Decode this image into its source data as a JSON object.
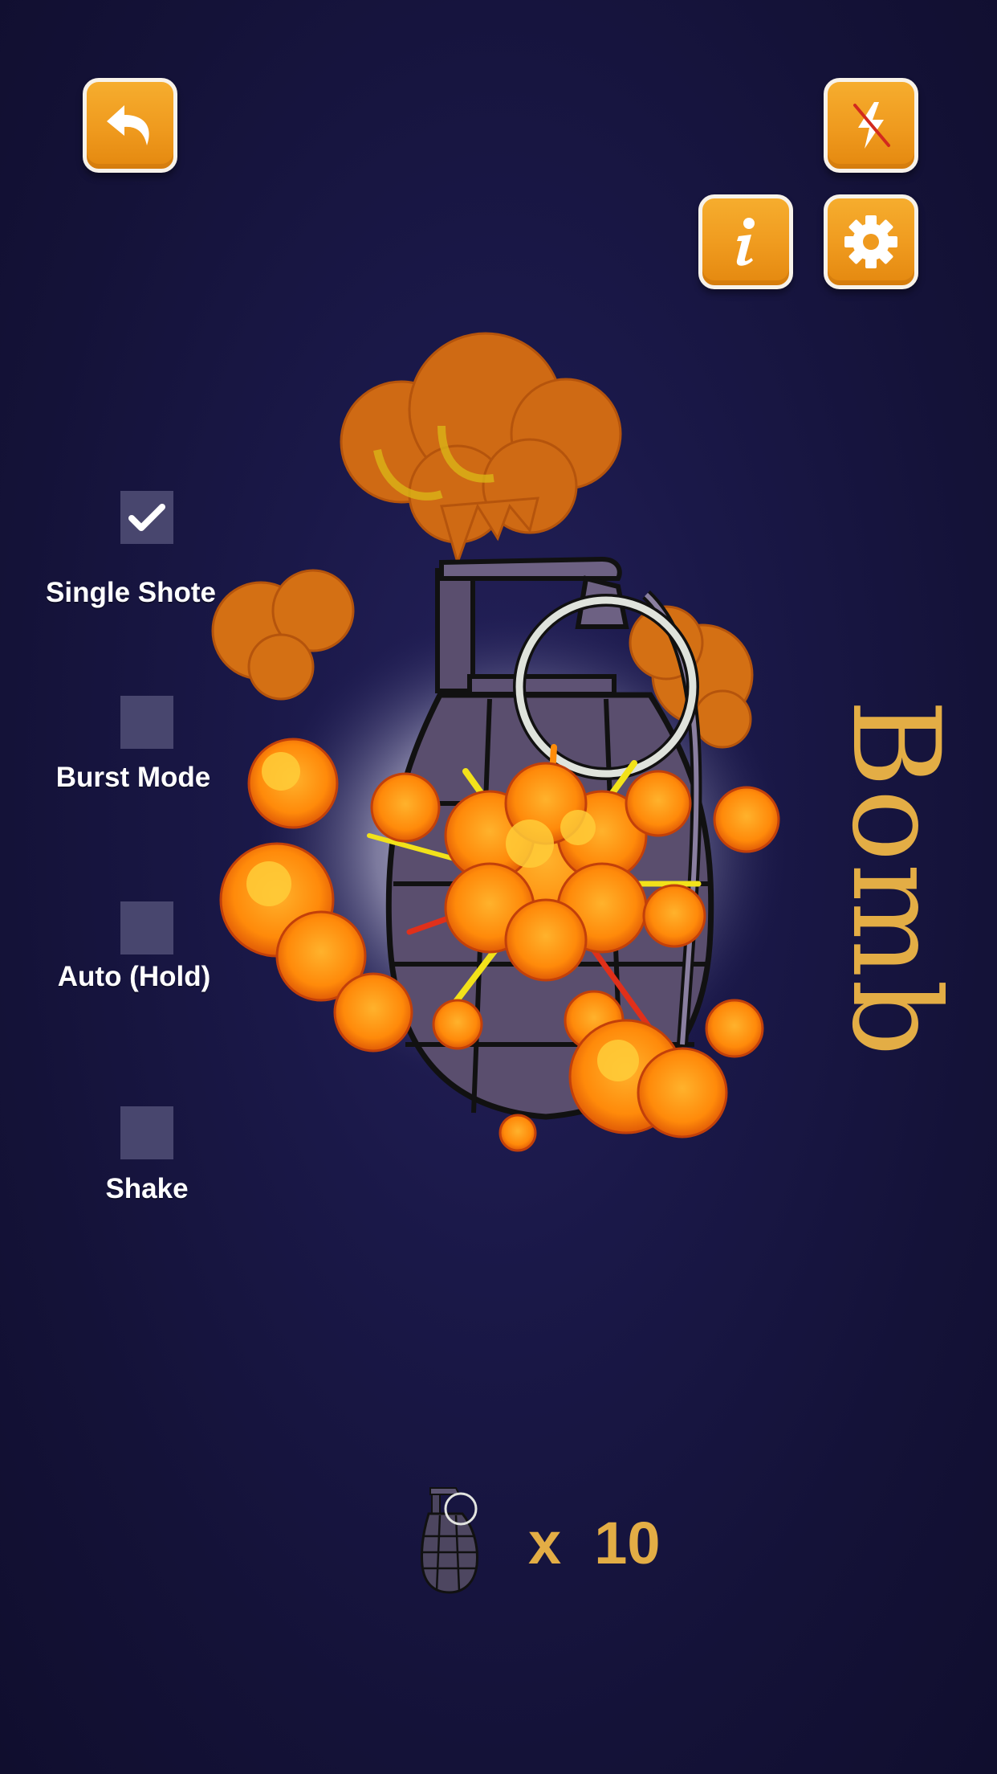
{
  "title": "Bomb",
  "buttons": {
    "back": "back-arrow-icon",
    "flash": "flash-off-icon",
    "info": "info-icon",
    "settings": "gear-icon"
  },
  "modes": [
    {
      "label": "Single Shote",
      "checked": true
    },
    {
      "label": "Burst Mode",
      "checked": false
    },
    {
      "label": "Auto (Hold)",
      "checked": false
    },
    {
      "label": "Shake",
      "checked": false
    }
  ],
  "ammo": {
    "text": "x  10",
    "count": 10
  },
  "colors": {
    "background": "#141238",
    "button_orange": "#f0a022",
    "button_border": "#f7f2ea",
    "title_gold": "#e3ad45",
    "checkbox_fill": "#48466e",
    "explosion_orange": "#ff8c0a"
  }
}
